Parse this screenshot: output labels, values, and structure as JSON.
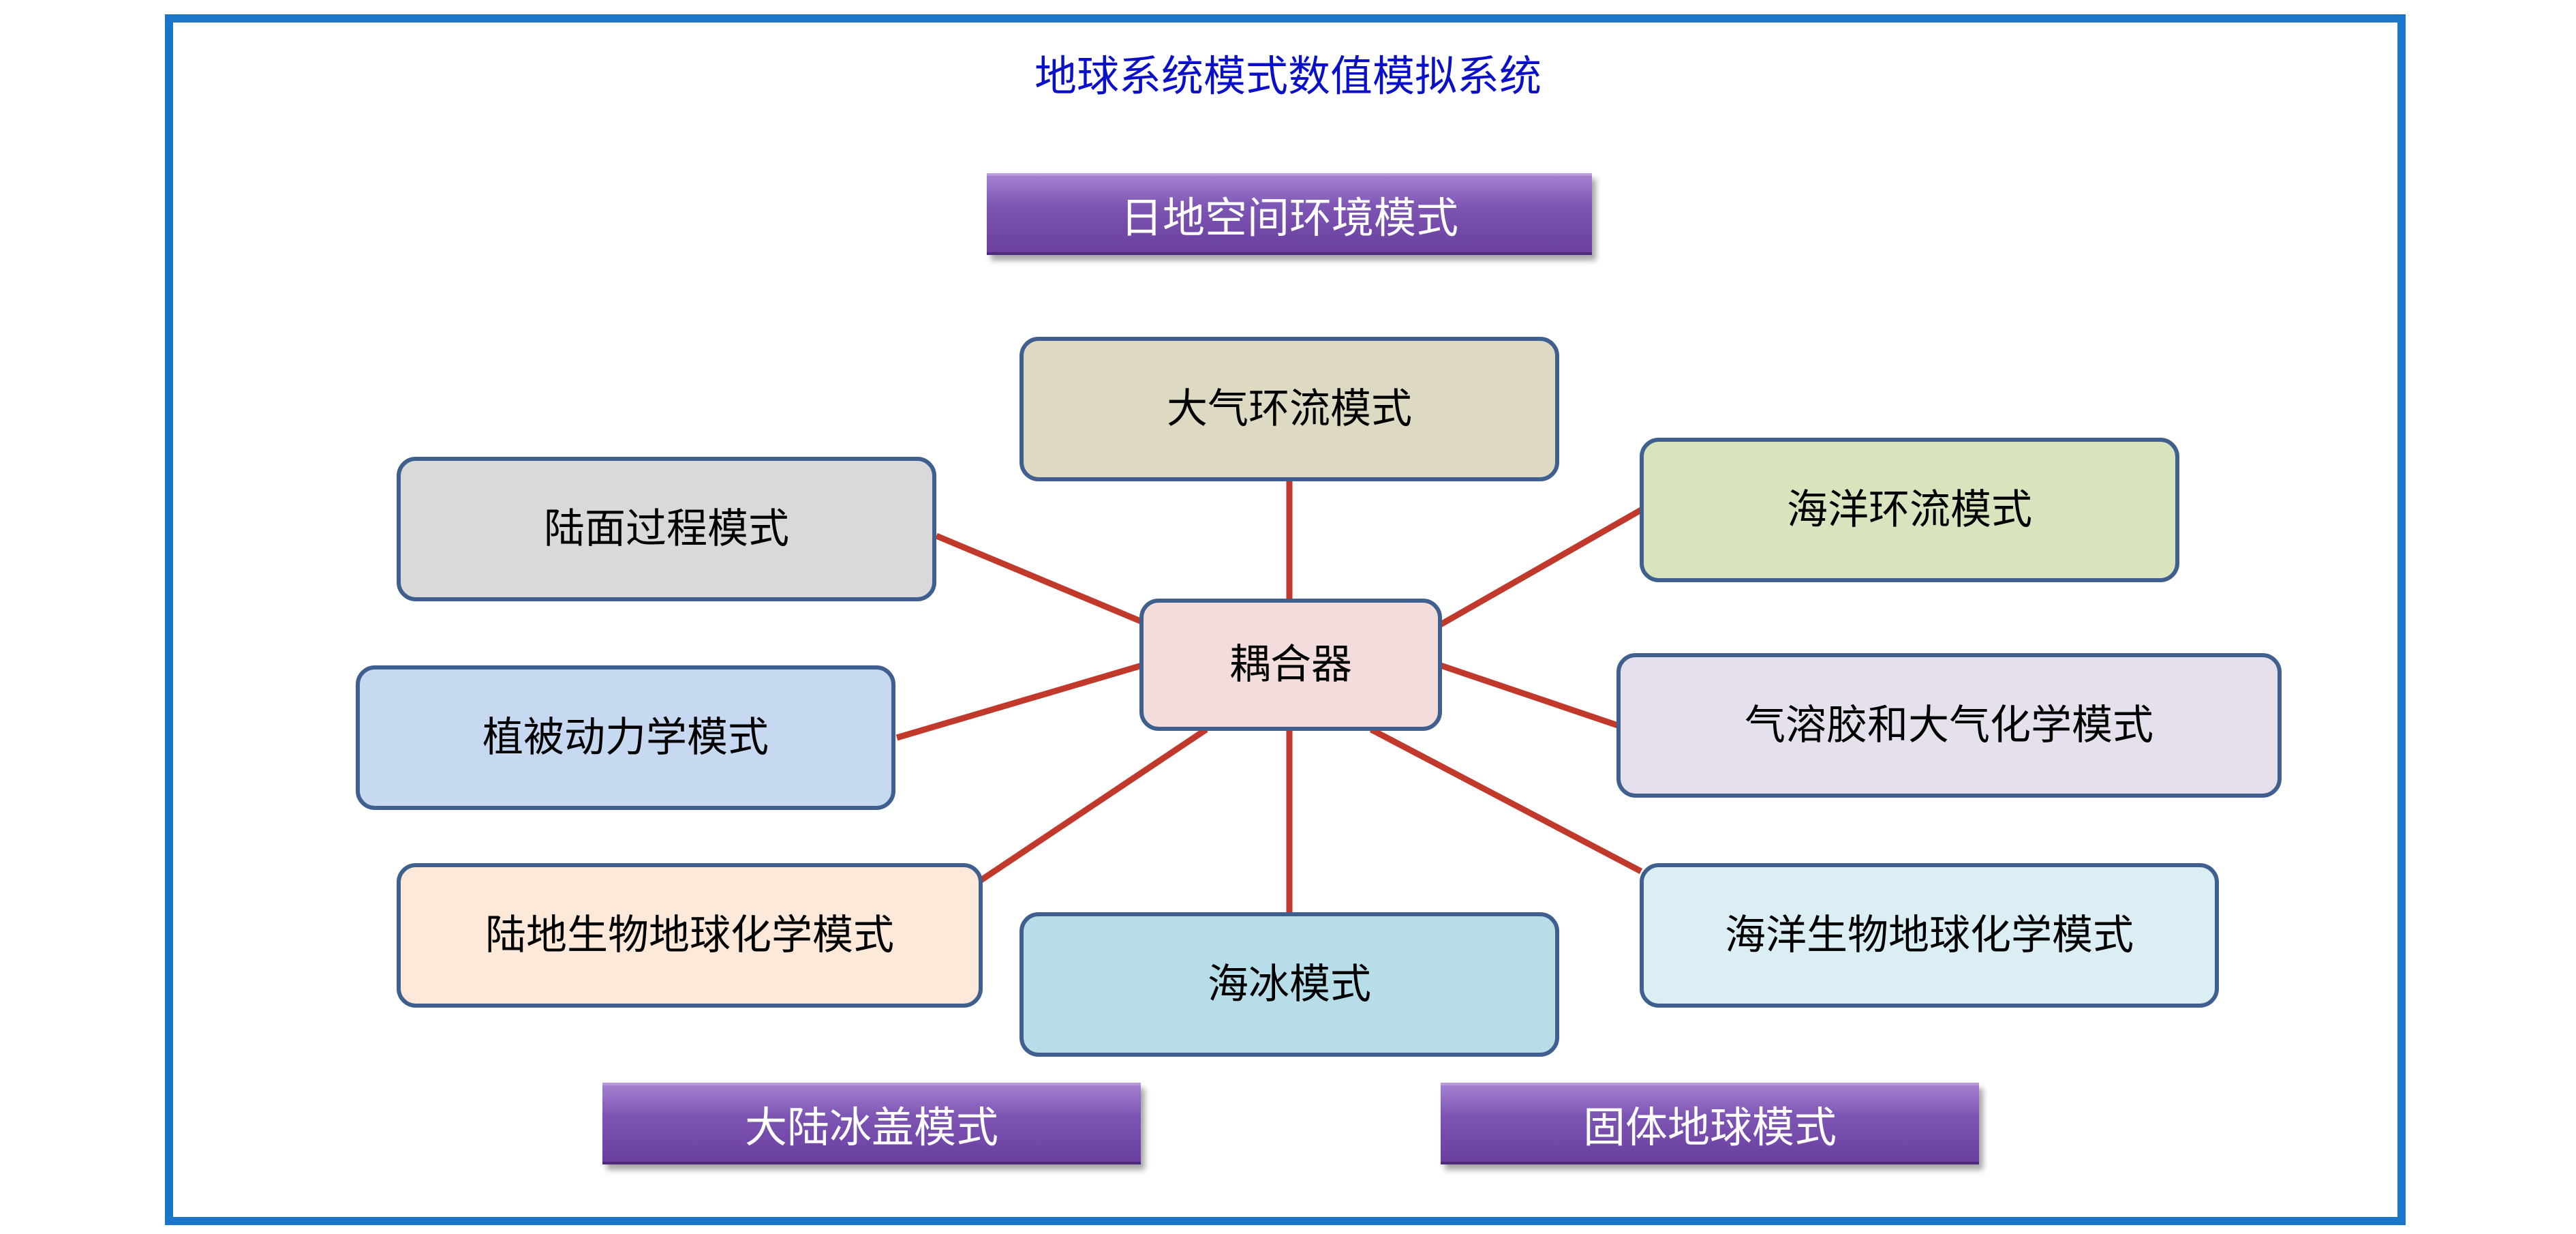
{
  "title": "地球系统模式数值模拟系统",
  "colors": {
    "frame": "#1976c8",
    "title": "#0a10c8",
    "connector": "#c0392b",
    "node_border": "#3f5f8f",
    "band": "#7d55b3"
  },
  "bands": {
    "top": "日地空间环境模式",
    "bottom_left": "大陆冰盖模式",
    "bottom_right": "固体地球模式"
  },
  "hub": {
    "label": "耦合器",
    "fill": "#f2dcdc"
  },
  "nodes": [
    {
      "id": "atmosphere",
      "label": "大气环流模式",
      "fill": "#ddd9c3"
    },
    {
      "id": "land-surface",
      "label": "陆面过程模式",
      "fill": "#d9d9d9"
    },
    {
      "id": "ocean",
      "label": "海洋环流模式",
      "fill": "#d7e4bd"
    },
    {
      "id": "vegetation",
      "label": "植被动力学模式",
      "fill": "#c6d9f1"
    },
    {
      "id": "aerosol",
      "label": "气溶胶和大气化学模式",
      "fill": "#e5e0ec"
    },
    {
      "id": "land-biogeo",
      "label": "陆地生物地球化学模式",
      "fill": "#fde9d9"
    },
    {
      "id": "sea-ice",
      "label": "海冰模式",
      "fill": "#b7dde8"
    },
    {
      "id": "ocean-biogeo",
      "label": "海洋生物地球化学模式",
      "fill": "#dbeef4"
    }
  ]
}
